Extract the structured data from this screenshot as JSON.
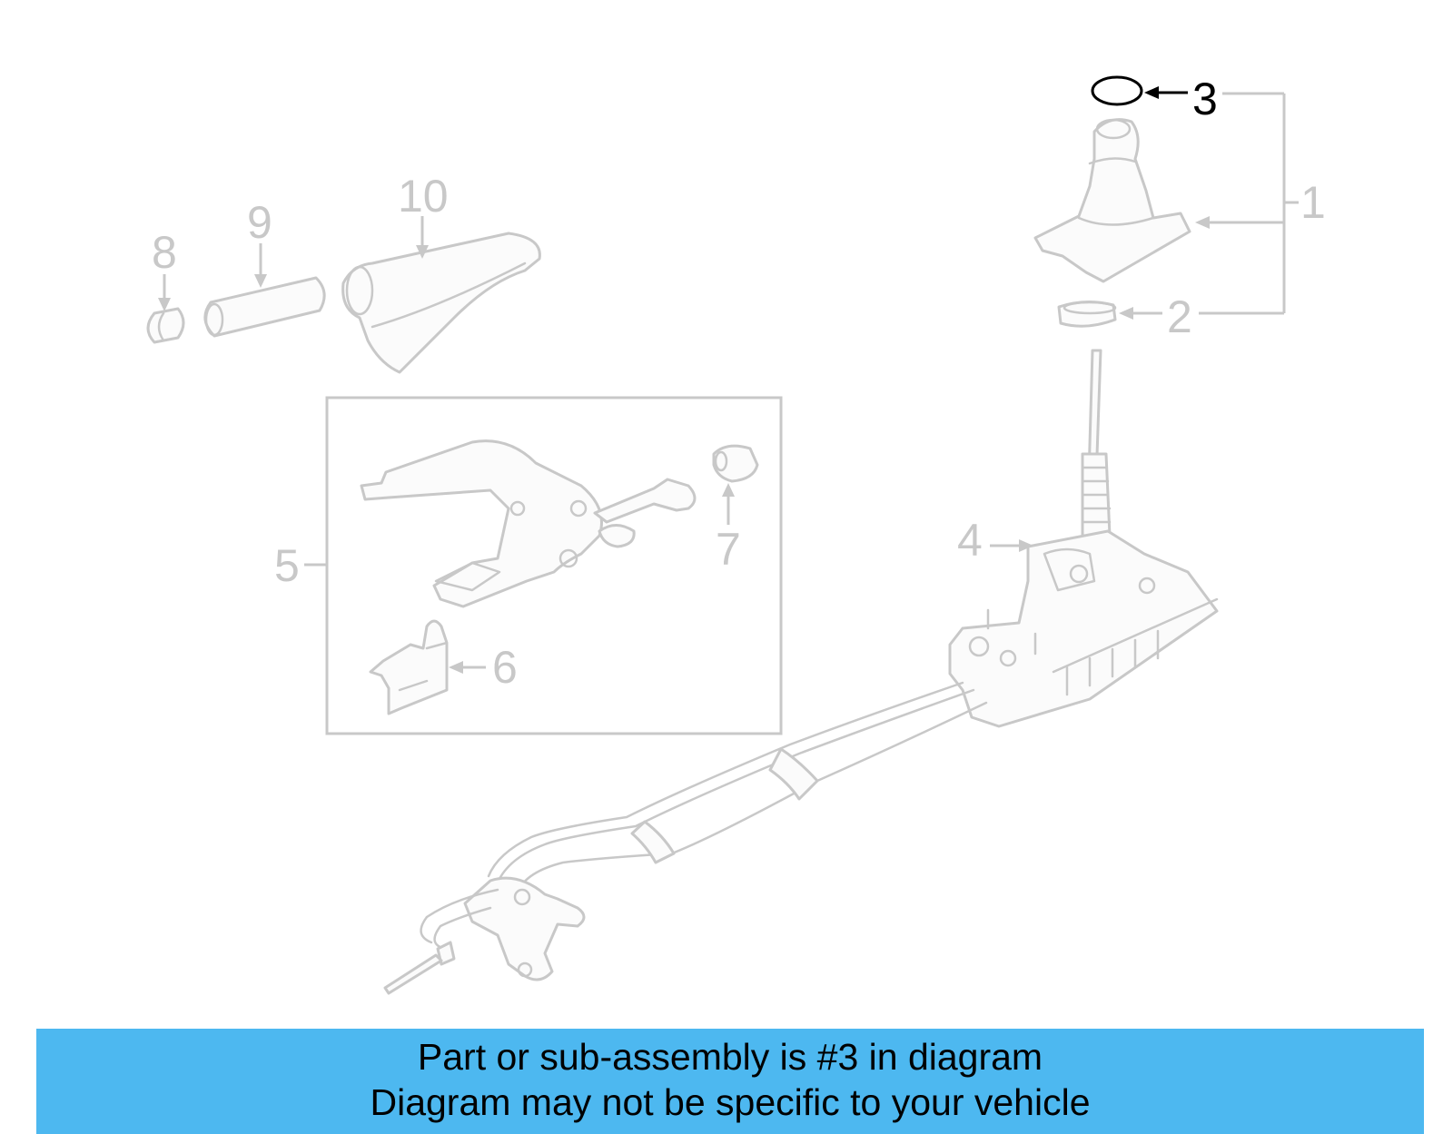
{
  "callouts": {
    "c1": "1",
    "c2": "2",
    "c3": "3",
    "c4": "4",
    "c5": "5",
    "c6": "6",
    "c7": "7",
    "c8": "8",
    "c9": "9",
    "c10": "10"
  },
  "highlighted_part": "3",
  "banner": {
    "line1": "Part or sub-assembly is #3 in diagram",
    "line2": "Diagram may not be specific to your vehicle",
    "color": "#4db8f0"
  },
  "colors": {
    "part_outline": "#c8c8c8",
    "highlight": "#000000"
  }
}
